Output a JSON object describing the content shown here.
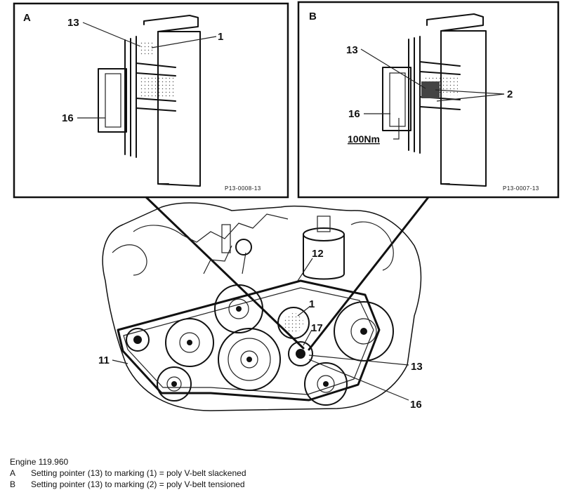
{
  "panels": {
    "a": {
      "letter": "A",
      "code": "P13-0008-13",
      "callouts": [
        "13",
        "1",
        "16"
      ]
    },
    "b": {
      "letter": "B",
      "code": "P13-0007-13",
      "callouts": [
        "13",
        "2",
        "16"
      ],
      "torque": "100Nm"
    }
  },
  "engine": {
    "callouts": [
      "12",
      "1",
      "17",
      "11",
      "13",
      "16"
    ]
  },
  "caption": {
    "title": "Engine 119.960",
    "rows": [
      {
        "key": "A",
        "text": "Setting pointer (13) to marking (1)  =  poly V-belt slackened"
      },
      {
        "key": "B",
        "text": "Setting pointer (13) to marking (2)  =  poly V-belt tensioned"
      }
    ]
  }
}
